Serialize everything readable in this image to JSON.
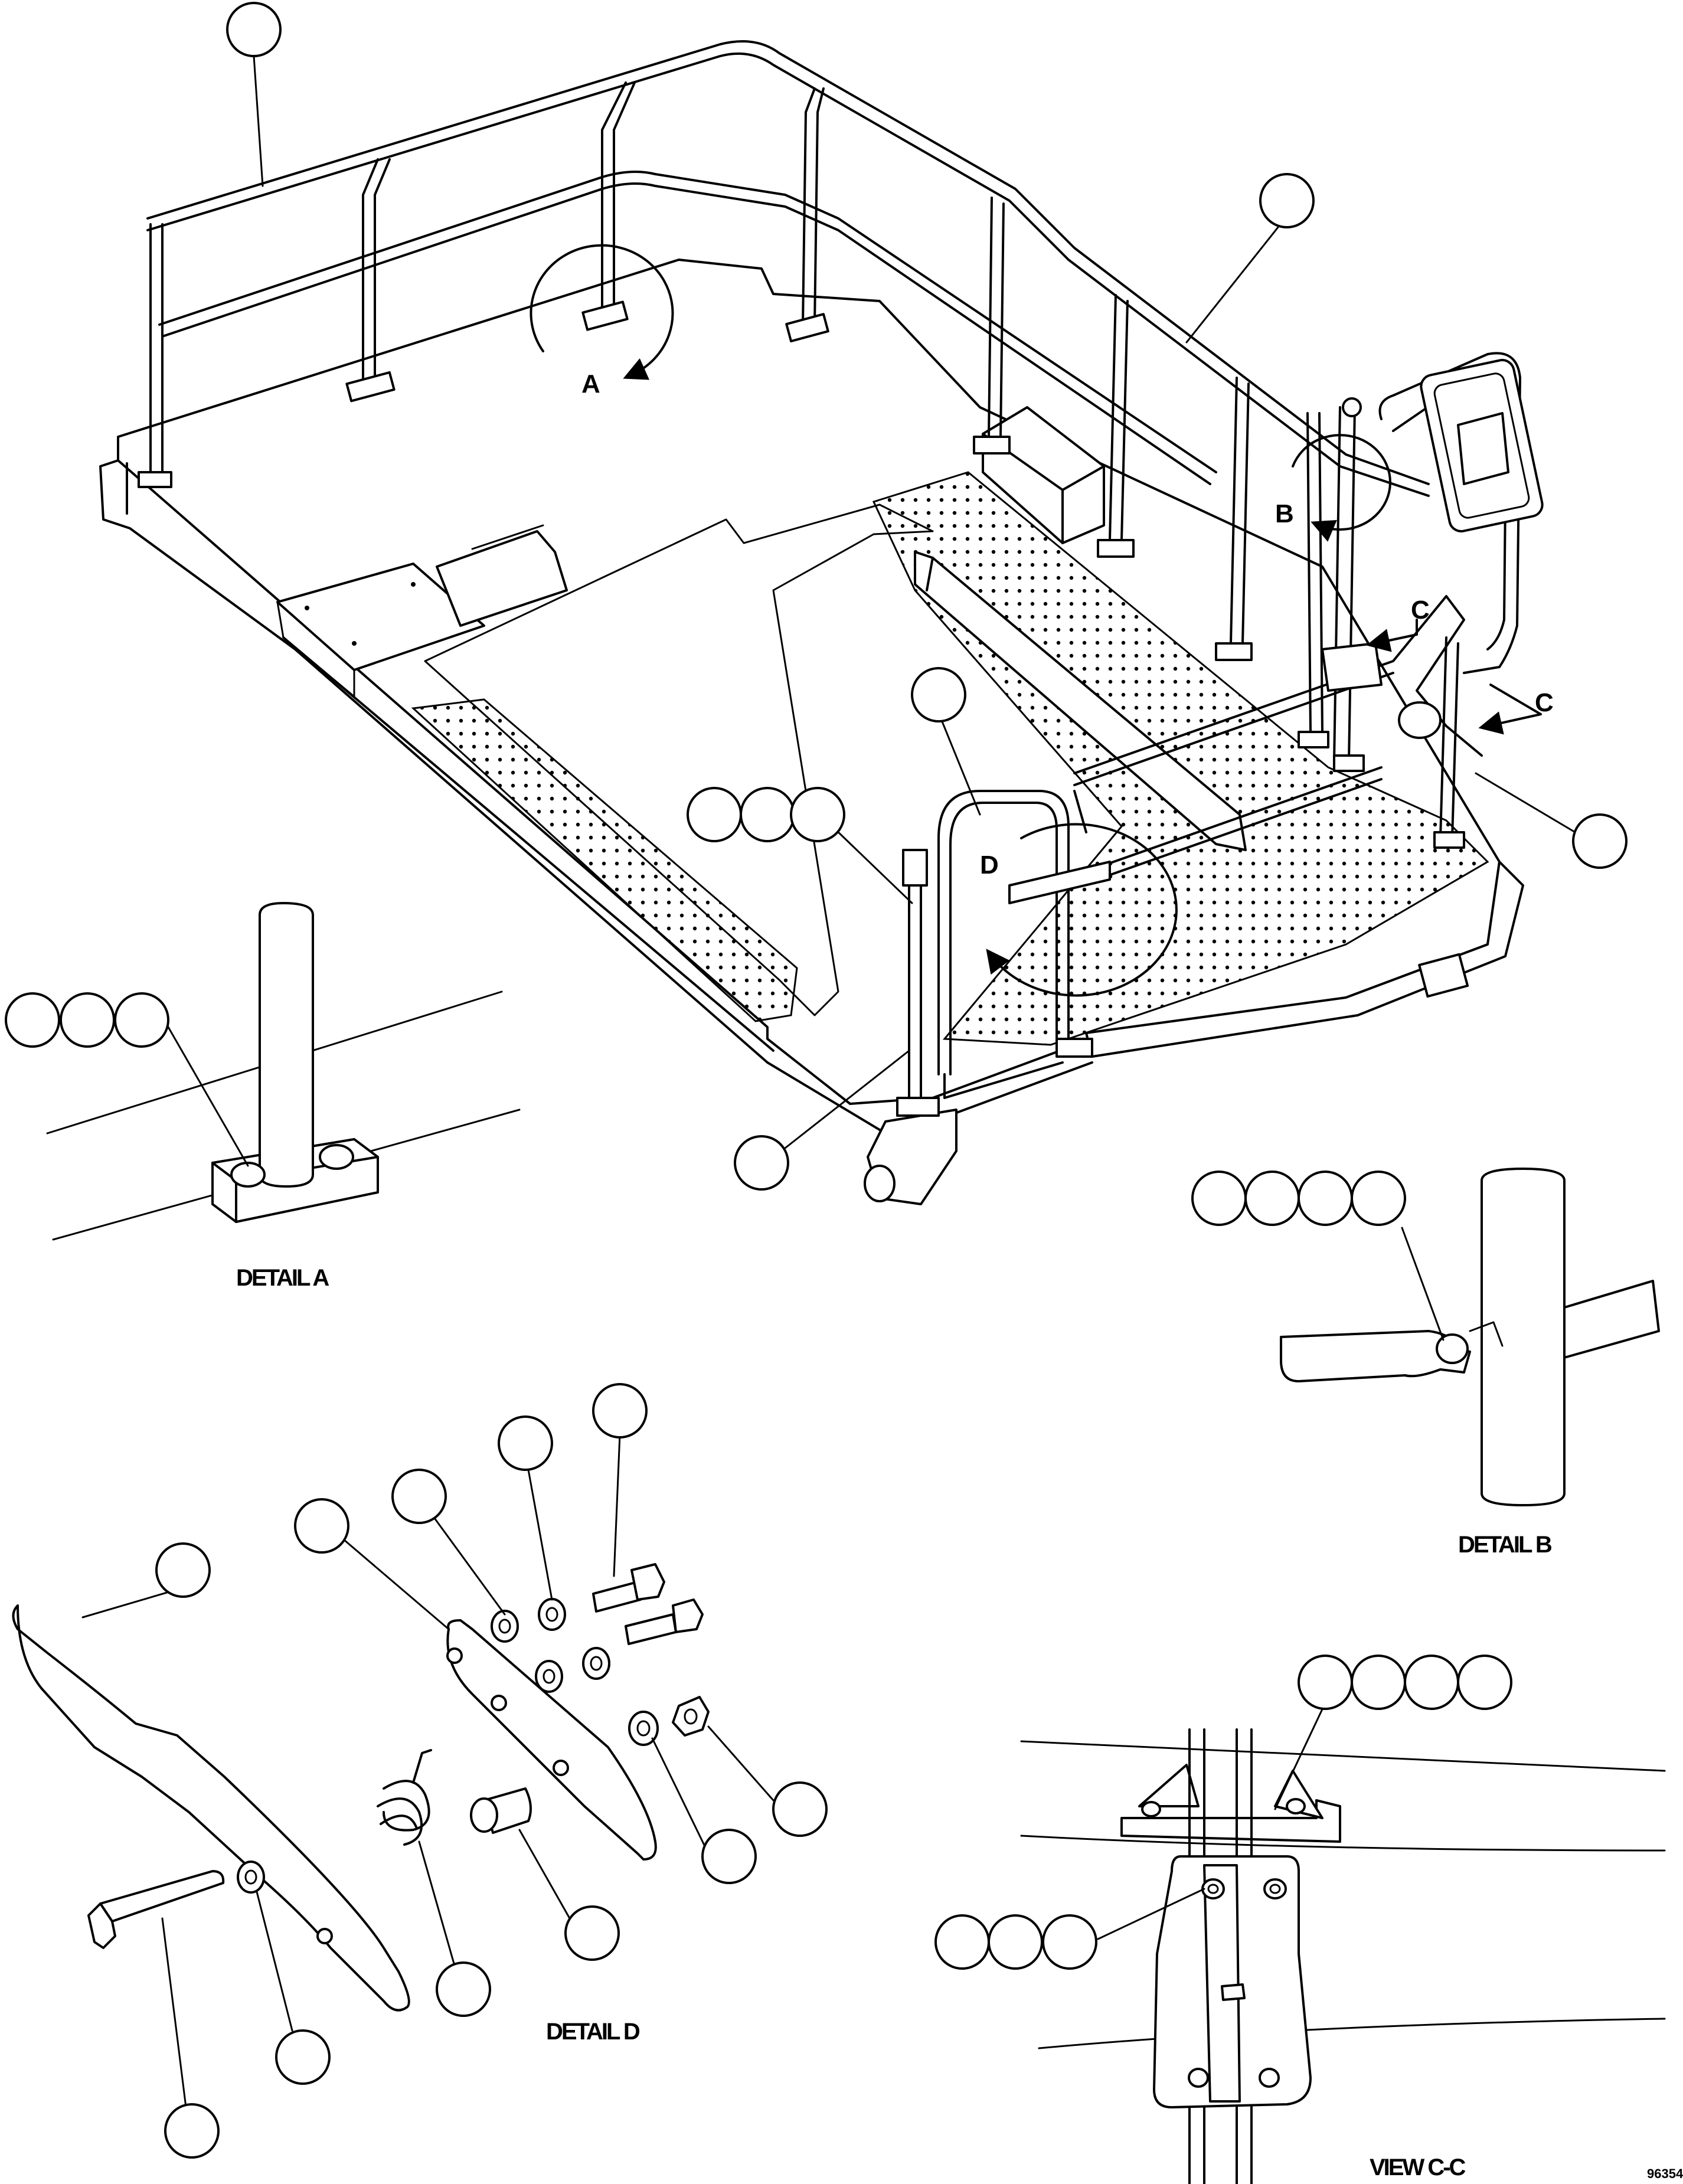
{
  "view_labels": {
    "detail_a_marker": "A",
    "detail_b_marker": "B",
    "detail_d_marker": "D",
    "section_c_upper": "C",
    "section_c_lower": "C"
  },
  "captions": {
    "detail_a": "DETAIL A",
    "detail_b": "DETAIL B",
    "detail_d": "DETAIL D",
    "view_cc": "VIEW C-C"
  },
  "drawing_code": "96354",
  "colors": {
    "line": "#000000",
    "background": "#ffffff"
  }
}
